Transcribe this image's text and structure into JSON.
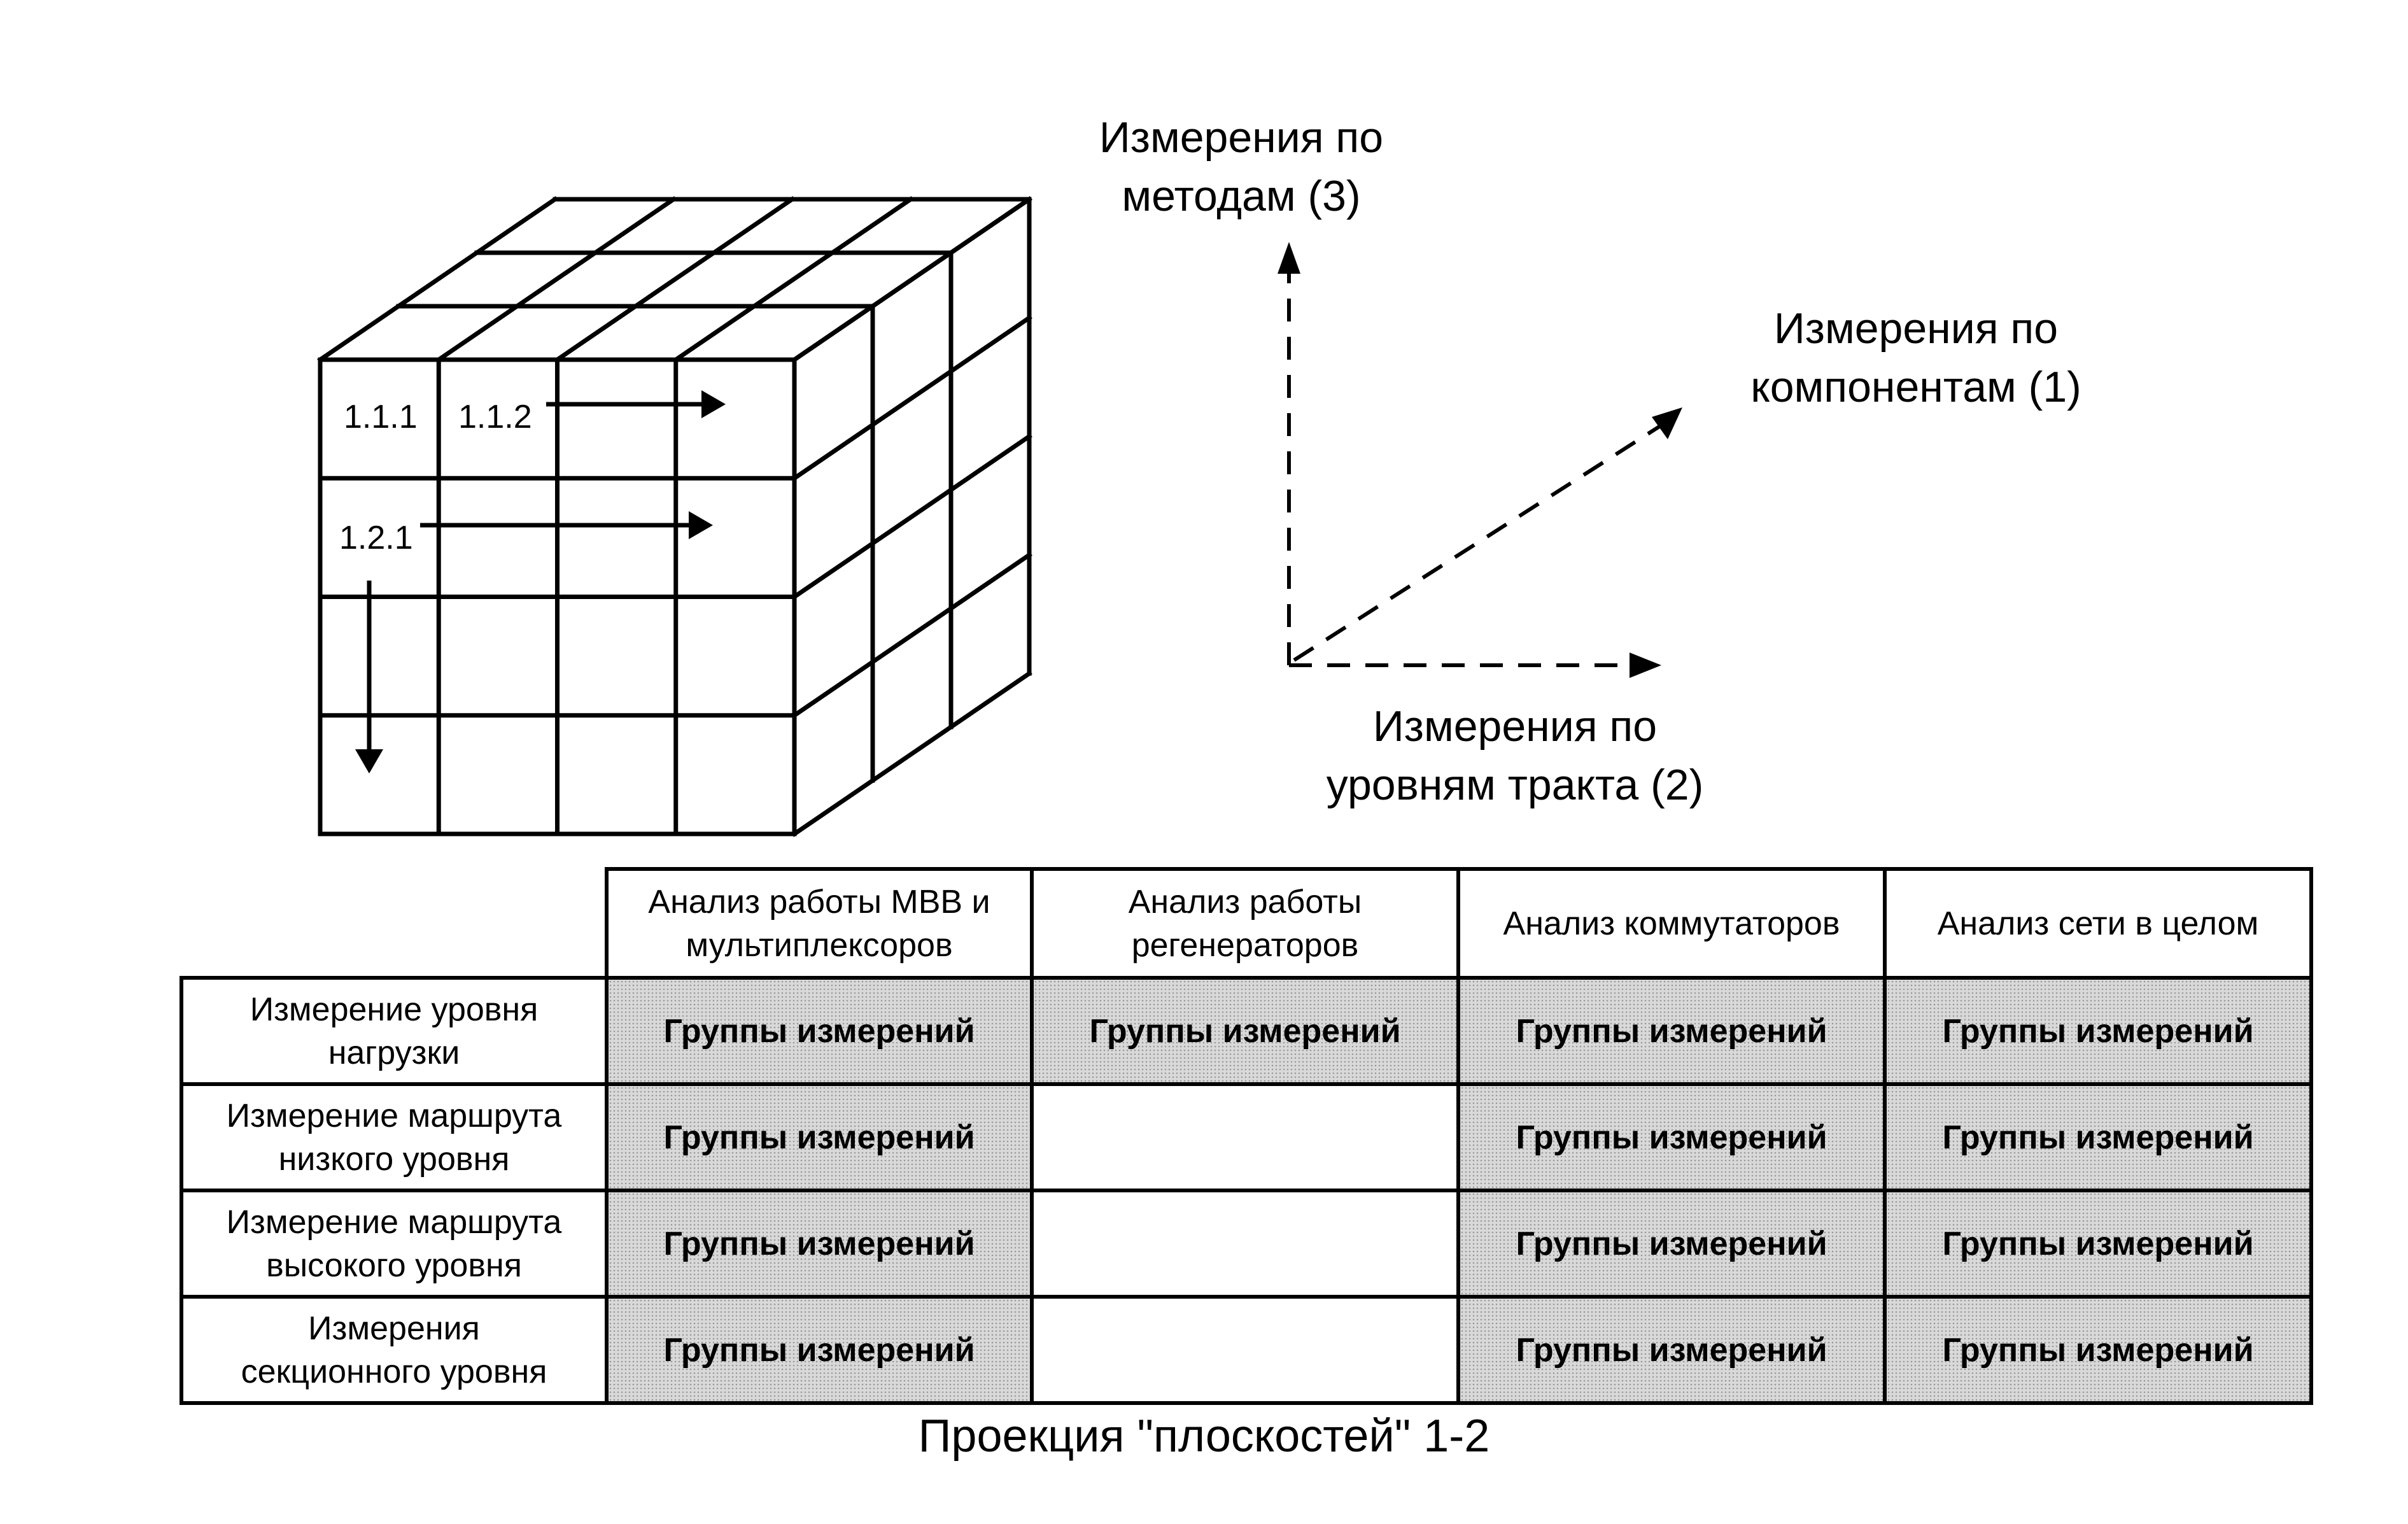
{
  "cube": {
    "cell_labels": [
      "1.1.1",
      "1.1.2",
      "1.2.1"
    ]
  },
  "axes": {
    "methods": [
      "Измерения по",
      "методам (3)"
    ],
    "components": [
      "Измерения по",
      "компонентам (1)"
    ],
    "path_levels": [
      "Измерения по",
      "уровням тракта (2)"
    ]
  },
  "table": {
    "columns": [
      [
        "Анализ работы МВВ и",
        "мультиплексоров"
      ],
      [
        "Анализ работы",
        "регенераторов"
      ],
      [
        "Анализ коммутаторов"
      ],
      [
        "Анализ сети в целом"
      ]
    ],
    "rows": [
      {
        "label": [
          "Измерение уровня",
          "нагрузки"
        ],
        "cells": [
          "Группы измерений",
          "Группы измерений",
          "Группы измерений",
          "Группы измерений"
        ]
      },
      {
        "label": [
          "Измерение маршрута",
          "низкого уровня"
        ],
        "cells": [
          "Группы измерений",
          "",
          "Группы измерений",
          "Группы измерений"
        ]
      },
      {
        "label": [
          "Измерение маршрута",
          "высокого уровня"
        ],
        "cells": [
          "Группы измерений",
          "",
          "Группы измерений",
          "Группы измерений"
        ]
      },
      {
        "label": [
          "Измерения",
          "секционного уровня"
        ],
        "cells": [
          "Группы измерений",
          "",
          "Группы измерений",
          "Группы измерений"
        ]
      }
    ]
  },
  "caption": "Проекция \"плоскостей\" 1-2"
}
